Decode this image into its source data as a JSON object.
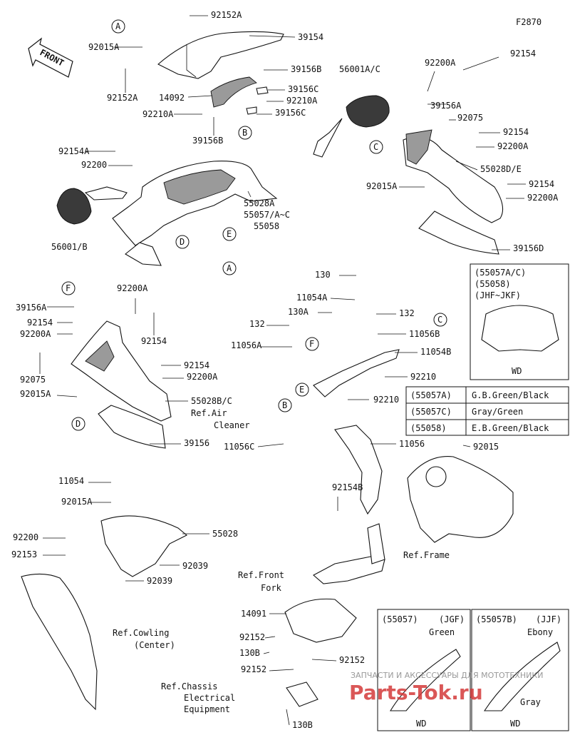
{
  "figure_id": "F2870",
  "front_label": "FRONT",
  "part_labels": [
    "92152A",
    "39154",
    "92015A",
    "92152A",
    "39156B",
    "56001A/C",
    "14092",
    "39156C",
    "92210A",
    "92210A",
    "39156C",
    "39156B",
    "92154A",
    "92200",
    "55028A",
    "55057/A~C",
    "55058",
    "56001/B",
    "92154",
    "92200A",
    "39156A",
    "92075",
    "92154",
    "92200A",
    "55028D/E",
    "92015A",
    "92154",
    "92200A",
    "39156D",
    "39156A",
    "92200A",
    "92154",
    "92200A",
    "92154",
    "92075",
    "92154",
    "92200A",
    "92015A",
    "55028B/C",
    "39156",
    "130",
    "11054A",
    "130A",
    "132",
    "132",
    "11056B",
    "11056A",
    "11054B",
    "92210",
    "92210",
    "11056C",
    "11056",
    "92015",
    "92154B",
    "11054",
    "92015A",
    "55028",
    "92200",
    "92153",
    "92039",
    "92039",
    "14091",
    "92152",
    "130B",
    "92152",
    "92152",
    "130B"
  ],
  "callouts": [
    "A",
    "B",
    "C",
    "D",
    "E",
    "F"
  ],
  "references": [
    "Ref.Air",
    "Cleaner",
    "Ref.Frame",
    "Ref.Front",
    "Fork",
    "Ref.Cowling",
    "(Center)",
    "Ref.Chassis",
    "Electrical",
    "Equipment"
  ],
  "variant_box": {
    "lines": [
      "(55057A/C)",
      "(55058)",
      "(JHF~JKF)"
    ],
    "caption": "WD"
  },
  "color_table": [
    {
      "code": "(55057A)",
      "color": "G.B.Green/Black"
    },
    {
      "code": "(55057C)",
      "color": "Gray/Green"
    },
    {
      "code": "(55058)",
      "color": "E.B.Green/Black"
    }
  ],
  "panel_left": {
    "code": "(55057)",
    "region": "(JGF)",
    "color": "Green",
    "caption": "WD"
  },
  "panel_right": {
    "code": "(55057B)",
    "region": "(JJF)",
    "color": "Ebony",
    "color2": "Gray",
    "caption": "WD"
  },
  "watermark": {
    "line1": "ЗАПЧАСТИ И АКСЕССУАРЫ ДЛЯ МОТОТЕХНИКИ",
    "line2": "Parts-Tok.ru"
  },
  "colors": {
    "line": "#111111",
    "shade": "#9a9a9a",
    "watermark": "#d43a3a"
  }
}
